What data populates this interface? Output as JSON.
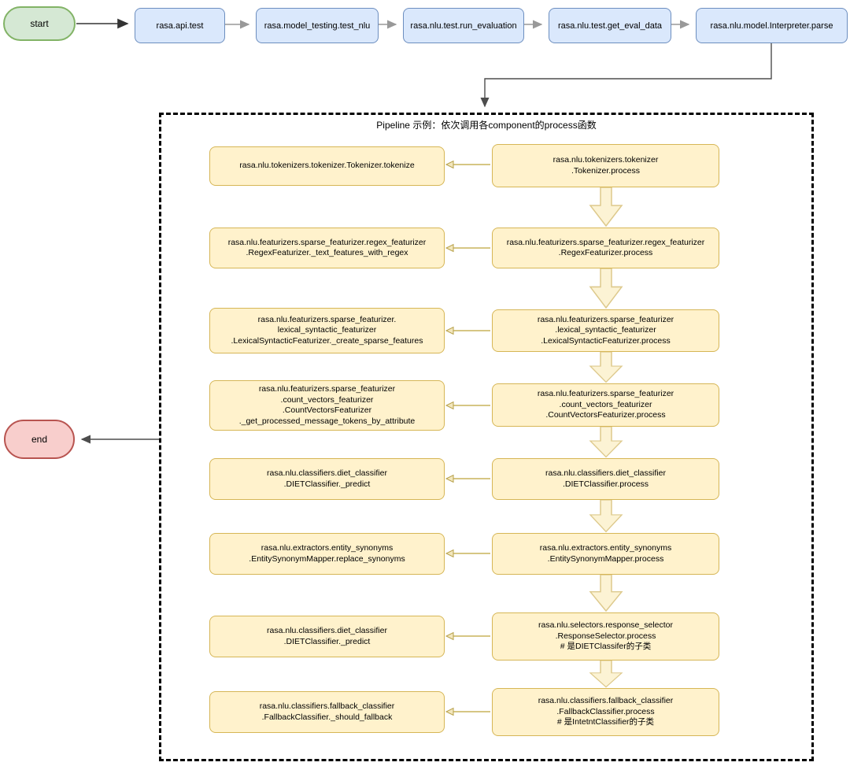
{
  "diagram": {
    "start_label": "start",
    "end_label": "end",
    "container_title": "Pipeline 示例：依次调用各component的process函数",
    "top_flow": [
      "rasa.api.test",
      "rasa.model_testing.test_nlu",
      "rasa.nlu.test.run_evaluation",
      "rasa.nlu.test.get_eval_data",
      "rasa.nlu.model.Interpreter.parse"
    ],
    "rows": [
      {
        "impl": "rasa.nlu.tokenizers.tokenizer.Tokenizer.tokenize",
        "process": "rasa.nlu.tokenizers.tokenizer\n.Tokenizer.process"
      },
      {
        "impl": "rasa.nlu.featurizers.sparse_featurizer.regex_featurizer\n.RegexFeaturizer._text_features_with_regex",
        "process": "rasa.nlu.featurizers.sparse_featurizer.regex_featurizer\n.RegexFeaturizer.process"
      },
      {
        "impl": "rasa.nlu.featurizers.sparse_featurizer.\nlexical_syntactic_featurizer\n.LexicalSyntacticFeaturizer._create_sparse_features",
        "process": "rasa.nlu.featurizers.sparse_featurizer\n.lexical_syntactic_featurizer\n.LexicalSyntacticFeaturizer.process"
      },
      {
        "impl": "rasa.nlu.featurizers.sparse_featurizer\n.count_vectors_featurizer\n.CountVectorsFeaturizer\n._get_processed_message_tokens_by_attribute",
        "process": "rasa.nlu.featurizers.sparse_featurizer\n.count_vectors_featurizer\n.CountVectorsFeaturizer.process"
      },
      {
        "impl": "rasa.nlu.classifiers.diet_classifier\n.DIETClassifier._predict",
        "process": "rasa.nlu.classifiers.diet_classifier\n.DIETClassifier.process"
      },
      {
        "impl": "rasa.nlu.extractors.entity_synonyms\n.EntitySynonymMapper.replace_synonyms",
        "process": "rasa.nlu.extractors.entity_synonyms\n.EntitySynonymMapper.process"
      },
      {
        "impl": "rasa.nlu.classifiers.diet_classifier\n.DIETClassifier._predict",
        "process": "rasa.nlu.selectors.response_selector\n.ResponseSelector.process\n# 是DIETClassifer的子类"
      },
      {
        "impl": "rasa.nlu.classifiers.fallback_classifier\n.FallbackClassifier._should_fallback",
        "process": "rasa.nlu.classifiers.fallback_classifier\n.FallbackClassifier.process\n# 是IntetntClassifier的子类"
      }
    ],
    "colors": {
      "start_fill": "#d5e8d4",
      "start_border": "#82b366",
      "end_fill": "#f8cecc",
      "end_border": "#b85450",
      "step_fill": "#dae8fc",
      "step_border": "#6c8ebf",
      "pipeline_fill": "#fff2cc",
      "pipeline_border": "#d6b656",
      "gray_connector": "#999999",
      "dark_connector": "#4d4d4d"
    }
  }
}
